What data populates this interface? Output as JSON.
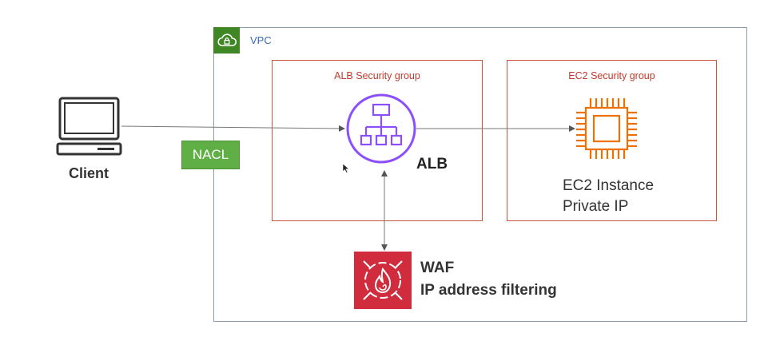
{
  "vpc": {
    "label": "VPC",
    "icon": "vpc-lock-cloud-icon",
    "color": "#3f8624"
  },
  "nacl": {
    "label": "NACL",
    "color": "#5fae46"
  },
  "client": {
    "label": "Client",
    "icon": "desktop-computer-icon"
  },
  "alb_security_group": {
    "label": "ALB Security group",
    "color": "#c0392b"
  },
  "ec2_security_group": {
    "label": "EC2 Security group",
    "color": "#c0392b"
  },
  "alb": {
    "label": "ALB",
    "icon": "load-balancer-icon",
    "color": "#8c4fff"
  },
  "ec2": {
    "line1": "EC2 Instance",
    "line2": "Private IP",
    "icon": "chip-icon",
    "color": "#ed7100"
  },
  "waf": {
    "title": "WAF",
    "subtitle": "IP address filtering",
    "icon": "waf-shield-fire-icon",
    "color": "#d12c3e"
  }
}
